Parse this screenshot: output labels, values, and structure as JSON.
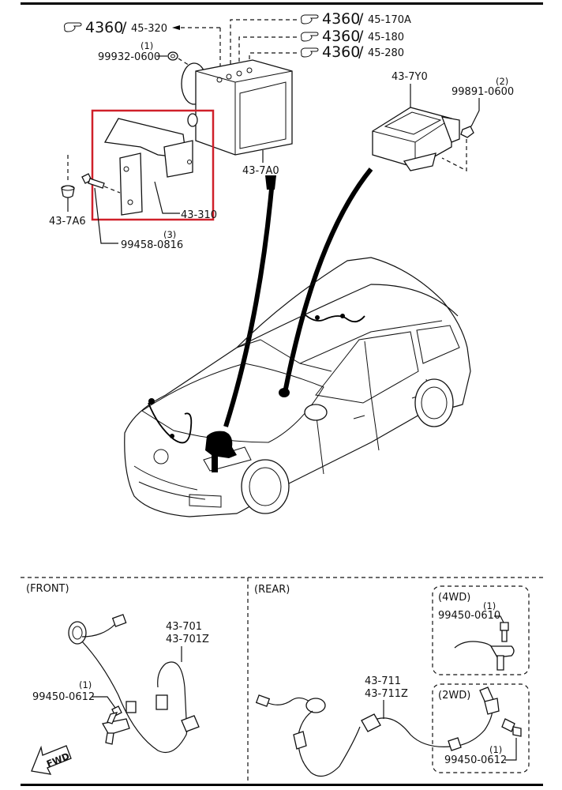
{
  "diagram": {
    "type": "parts-exploded-diagram",
    "highlight_color": "#d0202a",
    "top_section": {
      "references": [
        {
          "icon": "pointing-hand-icon",
          "group": "4360",
          "ref": "45-320"
        },
        {
          "icon": "pointing-hand-icon",
          "group": "4360",
          "ref": "45-170A"
        },
        {
          "icon": "pointing-hand-icon",
          "group": "4360",
          "ref": "45-180"
        },
        {
          "icon": "pointing-hand-icon",
          "group": "4360",
          "ref": "45-280"
        }
      ],
      "separator": "/",
      "parts": [
        {
          "qty": "(1)",
          "number": "99932-0600"
        },
        {
          "qty": "",
          "number": "43-7A0"
        },
        {
          "qty": "",
          "number": "43-7Y0"
        },
        {
          "qty": "(2)",
          "number": "99891-0600"
        },
        {
          "qty": "",
          "number": "43-310"
        },
        {
          "qty": "",
          "number": "43-7A6"
        },
        {
          "qty": "(3)",
          "number": "99458-0816"
        }
      ]
    },
    "front_section": {
      "title": "(FRONT)",
      "sensor_numbers": [
        "43-701",
        "43-701Z"
      ],
      "bolt": {
        "qty": "(1)",
        "number": "99450-0612"
      },
      "direction_label": "FWD"
    },
    "rear_section": {
      "title": "(REAR)",
      "sensor_numbers": [
        "43-711",
        "43-711Z"
      ],
      "variants": [
        {
          "title": "(4WD)",
          "bolt": {
            "qty": "(1)",
            "number": "99450-0610"
          }
        },
        {
          "title": "(2WD)",
          "bolt": {
            "qty": "(1)",
            "number": "99450-0612"
          }
        }
      ]
    }
  }
}
